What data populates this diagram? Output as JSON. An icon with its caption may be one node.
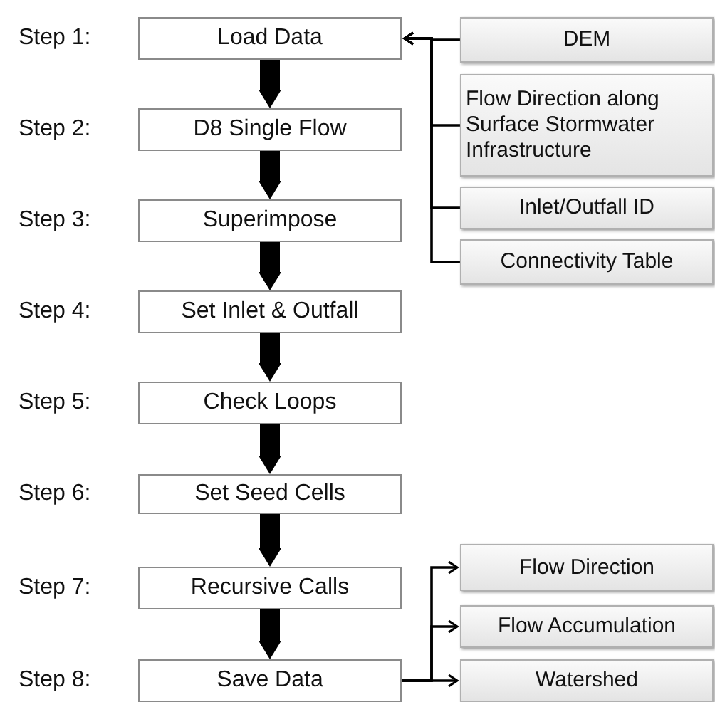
{
  "diagram": {
    "nodes": [
      {
        "text": [
          "Load Data"
        ],
        "beside": [
          "Step 1:"
        ]
      },
      {
        "text": [
          "D8 Single Flow"
        ],
        "beside": [
          "Step 2:"
        ]
      },
      {
        "text": [
          "Superimpose"
        ],
        "beside": [
          "Step 3:"
        ]
      },
      {
        "text": [
          "Set Inlet & Outfall"
        ],
        "beside": [
          "Step 4:"
        ]
      },
      {
        "text": [
          "Check Loops"
        ],
        "beside": [
          "Step 5:"
        ]
      },
      {
        "text": [
          "Set Seed Cells"
        ],
        "beside": [
          "Step 6:"
        ]
      },
      {
        "text": [
          "Recursive Calls"
        ],
        "beside": [
          "Step 7:"
        ]
      },
      {
        "text": [
          "Save Data"
        ],
        "beside": [
          "Step 8:"
        ]
      },
      {
        "text": [
          "DEM"
        ]
      },
      {
        "text": [
          "Flow Direction along Surface Stormwater Infrastructure"
        ]
      },
      {
        "text": [
          "Inlet/Outfall ID"
        ]
      },
      {
        "text": [
          "Connectivity Table"
        ]
      },
      {
        "text": [
          "Flow Direction"
        ]
      },
      {
        "text": [
          "Flow Accumulation"
        ]
      },
      {
        "text": [
          "Watershed"
        ]
      }
    ],
    "edges": [
      {
        "from": 0,
        "to": 1,
        "arrow": "to",
        "style": "thick"
      },
      {
        "from": 1,
        "to": 2,
        "arrow": "to",
        "style": "thick"
      },
      {
        "from": 2,
        "to": 3,
        "arrow": "to",
        "style": "thick"
      },
      {
        "from": 3,
        "to": 4,
        "arrow": "to",
        "style": "thick"
      },
      {
        "from": 4,
        "to": 5,
        "arrow": "to",
        "style": "thick"
      },
      {
        "from": 5,
        "to": 6,
        "arrow": "to",
        "style": "thick"
      },
      {
        "from": 6,
        "to": 7,
        "arrow": "to",
        "style": "thick"
      },
      {
        "from": 8,
        "to": 0,
        "arrow": "to"
      },
      {
        "from": 9,
        "to": 0,
        "arrow": "to"
      },
      {
        "from": 10,
        "to": 0,
        "arrow": "to"
      },
      {
        "from": 11,
        "to": 0,
        "arrow": "to"
      },
      {
        "from": 7,
        "to": 12,
        "arrow": "to"
      },
      {
        "from": 7,
        "to": 13,
        "arrow": "to"
      },
      {
        "from": 7,
        "to": 14,
        "arrow": "to"
      }
    ]
  }
}
